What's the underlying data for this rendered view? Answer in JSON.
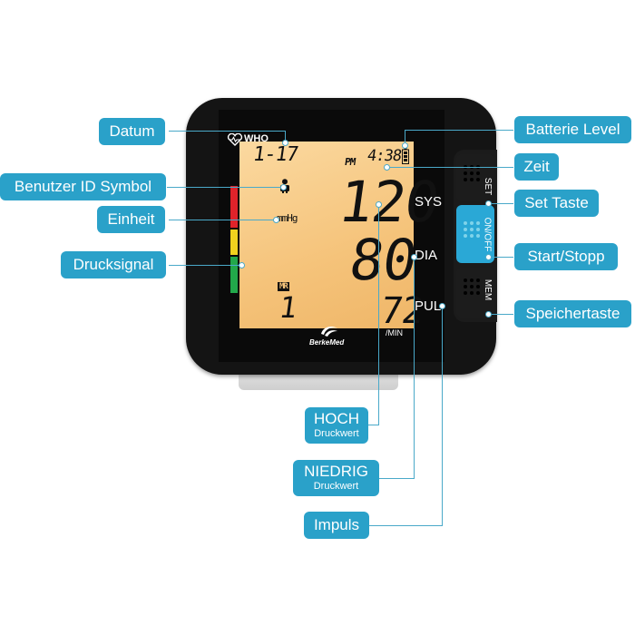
{
  "callouts": {
    "datum": "Datum",
    "benutzer": "Benutzer ID Symbol",
    "einheit": "Einheit",
    "drucksignal": "Drucksignal",
    "batterie": "Batterie Level",
    "zeit": "Zeit",
    "set_taste": "Set Taste",
    "start_stopp": "Start/Stopp",
    "speicher": "Speichertaste",
    "hoch_main": "HOCH",
    "hoch_sub": "Druckwert",
    "niedrig_main": "NIEDRIG",
    "niedrig_sub": "Druckwert",
    "impuls": "Impuls"
  },
  "device": {
    "who_label": "WHO",
    "date": "1-17",
    "pm": "PM",
    "time": "4:38",
    "unit": "mmHg",
    "mr": "MR",
    "memory_number": "1",
    "sys_value": "120",
    "dia_value": "80",
    "pulse_value": "72",
    "sys_label": "SYS",
    "dia_label": "DIA",
    "pul_label": "PUL",
    "per_min": "/MIN",
    "brand": "BerkeMed",
    "btn_set": "SET",
    "btn_onoff": "ON/OFF",
    "btn_mem": "MEM"
  },
  "colors": {
    "callout": "#2aa1c9",
    "lcd": "#f5c37a",
    "onoff_button": "#2aa8d6",
    "bar_red": "#e0232a",
    "bar_yellow": "#f0d21e",
    "bar_green": "#22a84a"
  }
}
